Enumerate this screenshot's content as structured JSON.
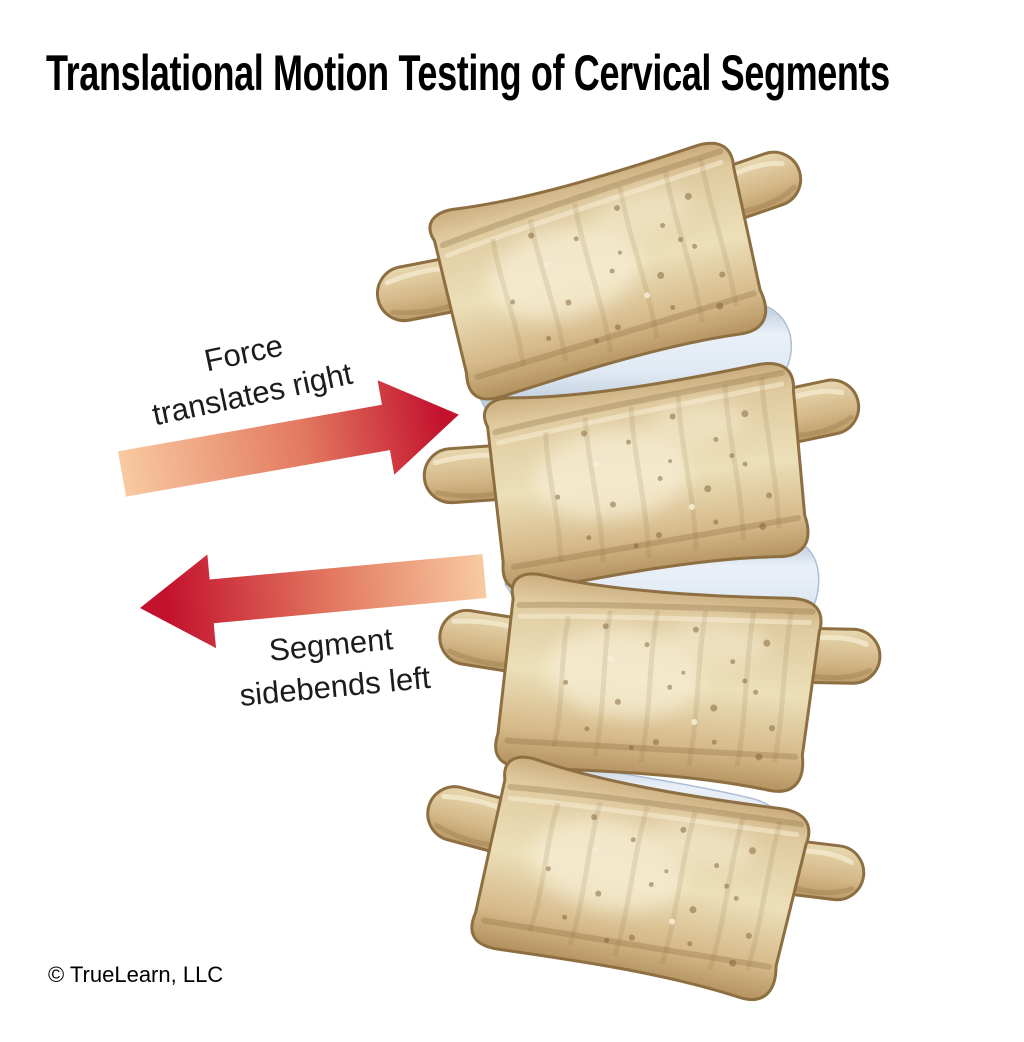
{
  "title": "Translational Motion Testing of Cervical Segments",
  "annotations": {
    "force_label": "Force\ntranslates right",
    "segment_label": "Segment\nsidebends left"
  },
  "footer": {
    "copyright": "© TrueLearn, LLC"
  },
  "figure": {
    "type": "medical-illustration",
    "subject": "Cervical spine segments, anterior view",
    "vertebrae_count": 4,
    "disc_count": 3,
    "force_direction": "right",
    "sidebend_direction": "left",
    "discs_shape": "wedge, thicker on right side (left sides compressed)"
  },
  "colors": {
    "title-color": "#000000",
    "label-color": "#1c1c1c",
    "arrow-dark": "#c3122e",
    "arrow-mid": "#e2775f",
    "arrow-light": "#f8caa0",
    "bone-outline": "#8d6f41",
    "bone-top": "#c9ab7b",
    "bone-base": "#ecdfb8",
    "bone-dark": "#b1905d",
    "bone-hi": "#f7eed6",
    "process-light": "#e8d8b0",
    "process-dark": "#bb9a68",
    "disc-light": "#e9f0f8",
    "disc-dark": "#b6c6d9",
    "bg": "#ffffff"
  }
}
